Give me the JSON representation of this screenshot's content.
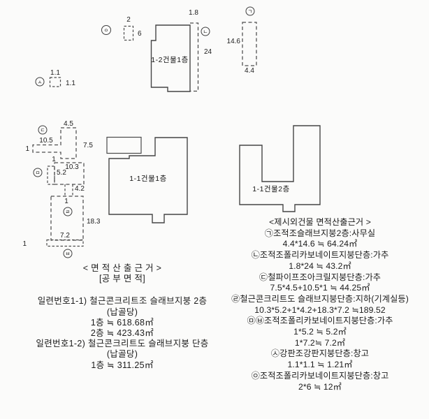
{
  "colors": {
    "ink": "#1c1c1c",
    "solid_line": "#454545",
    "dashed_line": "#4d4d4d",
    "background": "#fbfbfa"
  },
  "diagram": {
    "markers": {
      "giyeok": "ㄱ",
      "nieun": "ㄴ",
      "digeut": "ㄷ",
      "rieul": "ㄹ",
      "mieum": "ㅁ",
      "bieup": "ㅂ",
      "siot": "ㅅ",
      "ieung": "ㅇ"
    },
    "buildings": {
      "b12f1_label": "1-2건물1층",
      "b11f1_label": "1-1건물1층",
      "b11f2_label": "1-1건물2층"
    },
    "dims": {
      "shed_top": "1.1",
      "shed_right": "1.1",
      "storage_top": "2",
      "storage_right": "6",
      "canopy_width": "1.8",
      "canopy_length": "24",
      "office_height": "14.6",
      "office_width": "4.4",
      "l_top": "4.5",
      "l_right": "7.5",
      "l_bar": "10.5",
      "l_bar_h": "1",
      "bm_strip_w": "1",
      "bm_upper_w": "10.3",
      "bm_strip_h": "5.2",
      "bm_conn_h": "4.2",
      "bm_conn_w": "1",
      "bm_height": "18.3",
      "bm_width": "7.2",
      "bm_bottom_h": "1"
    }
  },
  "left_block": {
    "heading1": "< 면 적 산 출 근 거 >",
    "heading2": "[공 부 면 적]",
    "lines": [
      "일련번호1-1) 철근콘크리트조 슬래브지붕 2층",
      "(납골당)",
      "1층 ≒ 618.68㎡",
      "2층 ≒ 423.43㎡",
      "일련번호1-2) 철근콘크리트도 슬래브지붕 단층",
      "(납골당)",
      "1층 ≒ 311.25㎡"
    ]
  },
  "right_block": {
    "heading": "<제시외건물 면적산출근거 >",
    "lines": [
      "㉠조적조슬래브지붕2층:사무실",
      "4.4*14.6 ≒ 64.24㎡",
      "㉡조적조폴리카보네이트지붕단층:가추",
      "1.8*24 ≒ 43.2㎡",
      "㉢철파이프조아크릴지붕단층:가추",
      "7.5*4.5+10.5*1 ≒ 44.25㎡",
      "㉣철근콘크리트도 슬래브지붕단층:지하(기계실등)",
      "10.3*5.2+1*4.2+18.3*7.2 ≒189.52",
      "㉤㉥조적조폴리카보네이트지붕단층:가추",
      "1*5.2 ≒ 5.2㎡",
      "1*7.2≒ 7.2㎡",
      "㉦강판조강판지붕단층:창고",
      "1.1*1.1 ≒ 1.21㎡",
      "㉧조적조폴리카보네이트지붕단층:창고",
      "2*6 ≒ 12㎡"
    ]
  }
}
